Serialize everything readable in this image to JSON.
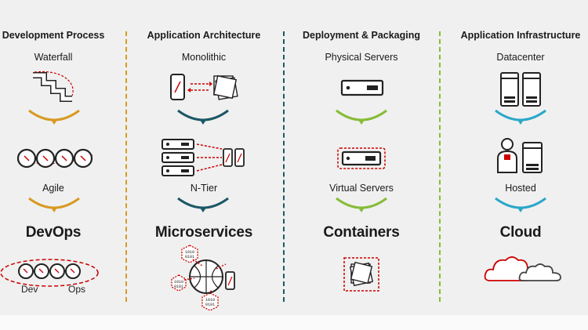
{
  "colors": {
    "devops": "#d89a23",
    "microservices": "#1c5866",
    "containers": "#86bc37",
    "cloud": "#2aa7c9",
    "accent_red": "#cc0000",
    "icon_stroke": "#222222"
  },
  "columns": [
    {
      "title": "Development Process",
      "stage1": "Waterfall",
      "stage2": "Agile",
      "result": "DevOps",
      "icons": [
        "waterfall-stairs-icon",
        "agile-cycles-icon",
        "devops-loop-icon"
      ],
      "loop_labels": [
        "Dev",
        "Ops"
      ]
    },
    {
      "title": "Application Architecture",
      "stage1": "Monolithic",
      "stage2": "N-Tier",
      "result": "Microservices",
      "icons": [
        "monolithic-phone-icon",
        "n-tier-servers-icon",
        "microservices-network-icon"
      ],
      "hex_code": "1010\n0101"
    },
    {
      "title": "Deployment & Packaging",
      "stage1": "Physical Servers",
      "stage2": "Virtual Servers",
      "result": "Containers",
      "icons": [
        "physical-server-icon",
        "virtual-server-icon",
        "container-icon"
      ]
    },
    {
      "title": "Application Infrastructure",
      "stage1": "Datacenter",
      "stage2": "Hosted",
      "result": "Cloud",
      "icons": [
        "datacenter-icon",
        "hosted-icon",
        "cloud-icon"
      ]
    }
  ]
}
